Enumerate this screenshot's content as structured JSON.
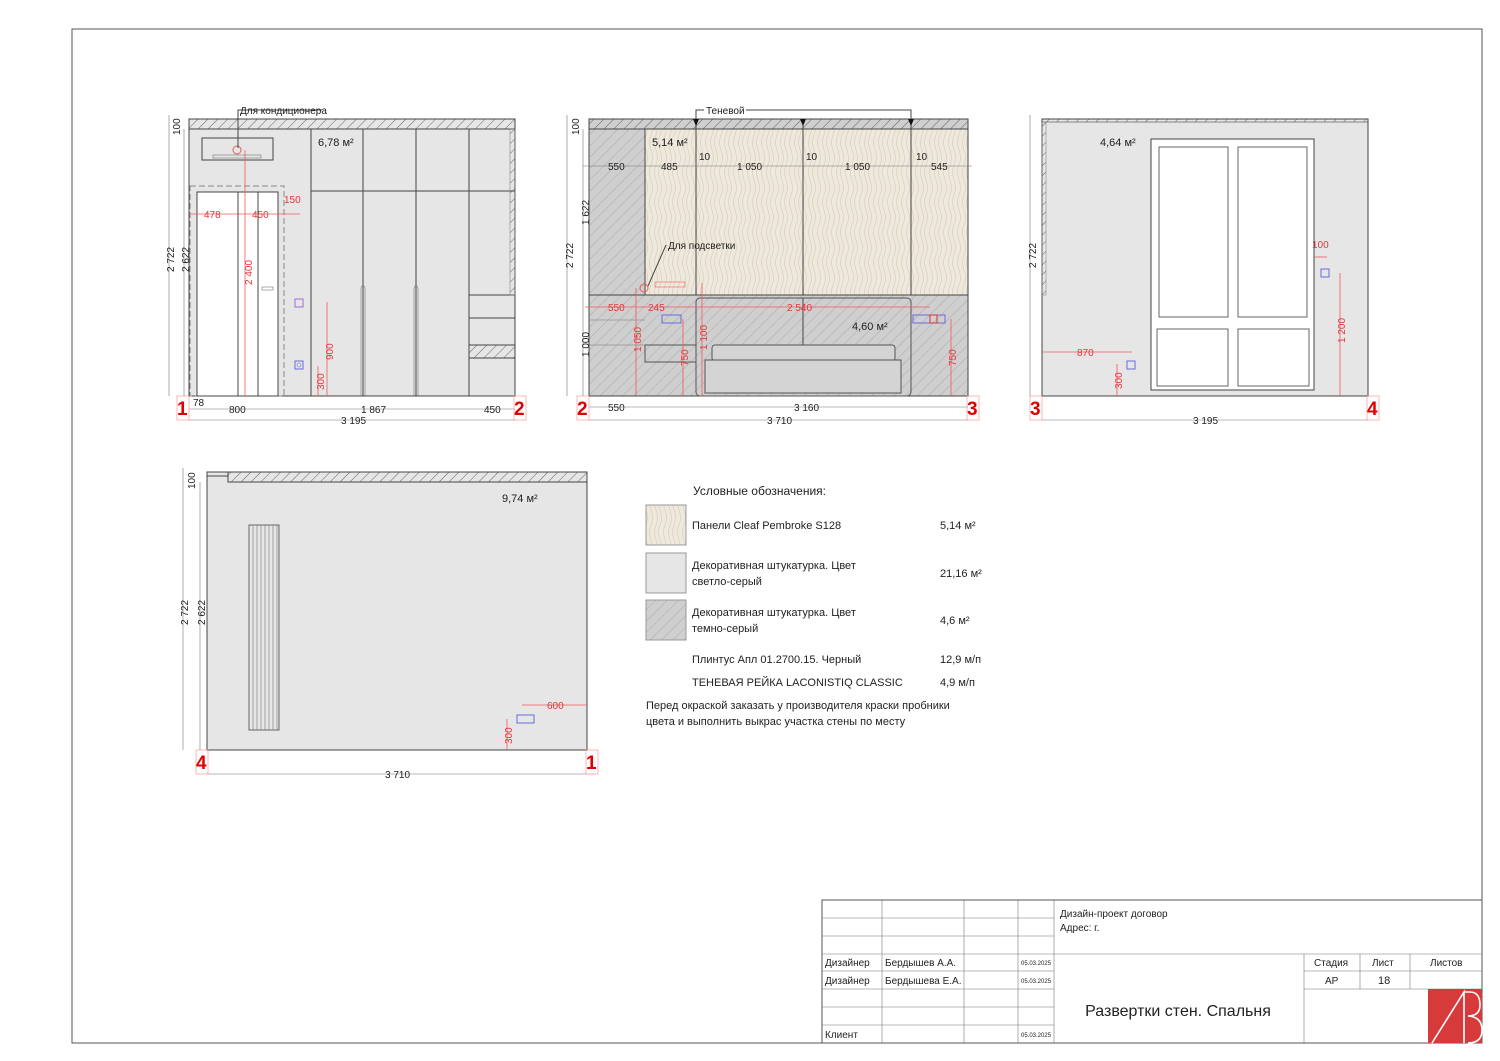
{
  "colors": {
    "wall_light": "#e6e6e6",
    "wall_dark": "#cfcfcf",
    "panel": "#efe9dd",
    "dimension": "#e8353a",
    "marker": "#e00000",
    "socket": "#6a6ae0",
    "logo": "#d63a3a"
  },
  "elevations": [
    {
      "area": "6,78 м²",
      "note": "Для кондиционера",
      "markers": [
        "1",
        "2"
      ],
      "dims": {
        "h_total": "2 722",
        "h_clear": "2 622",
        "h_top": "100",
        "d478": "478",
        "d450": "450",
        "d150": "150",
        "d2400": "2 400",
        "d900": "900",
        "d300": "300",
        "b78": "78",
        "b800": "800",
        "b1867": "1 867",
        "b450": "450",
        "total": "3 195"
      }
    },
    {
      "area_panels": "5,14 м²",
      "area_dark": "4,60 м²",
      "note_shadow": "Теневой",
      "note_light": "Для подсветки",
      "markers": [
        "2",
        "3"
      ],
      "dims": {
        "h_total": "2 722",
        "h_top": "100",
        "h_upper": "1 622",
        "h_lower": "1 000",
        "t550": "550",
        "t485": "485",
        "t10a": "10",
        "t1050a": "1 050",
        "t10b": "10",
        "t1050b": "1 050",
        "t10c": "10",
        "t545": "545",
        "r550": "550",
        "r245": "245",
        "r2540": "2 540",
        "r1050": "1 050",
        "r750a": "750",
        "r1100": "1 100",
        "r750b": "750",
        "b550": "550",
        "b3160": "3 160",
        "total": "3 710"
      }
    },
    {
      "area": "4,64 м²",
      "markers": [
        "3",
        "4"
      ],
      "dims": {
        "h_total": "2 722",
        "r870": "870",
        "r300": "300",
        "r100": "100",
        "r1200": "1 200",
        "total": "3 195"
      }
    },
    {
      "area": "9,74 м²",
      "markers": [
        "4",
        "1"
      ],
      "dims": {
        "h_total": "2 722",
        "h_clear": "2 622",
        "h_top": "100",
        "r600": "600",
        "r300": "300",
        "total": "3 710"
      }
    }
  ],
  "legend": {
    "title": "Условные обозначения:",
    "items": [
      {
        "line1": "Панели Cleaf Pembroke S128",
        "line2": "",
        "value": "5,14 м²",
        "swatch": "panel"
      },
      {
        "line1": "Декоративная штукатурка. Цвет",
        "line2": "светло-серый",
        "value": "21,16 м²",
        "swatch": "light"
      },
      {
        "line1": "Декоративная штукатурка. Цвет",
        "line2": "темно-серый",
        "value": "4,6 м²",
        "swatch": "dark"
      }
    ],
    "extras": [
      {
        "label": "Плинтус Апл 01.2700.15. Черный",
        "value": "12,9 м/п"
      },
      {
        "label": "ТЕНЕВАЯ РЕЙКА LACONISTIQ CLASSIC",
        "value": "4,9 м/п"
      }
    ],
    "note_line1": "Перед окраской заказать у производителя краски пробники",
    "note_line2": "цвета и выполнить выкрас участка стены по месту"
  },
  "title_block": {
    "project": "Дизайн-проект договор",
    "address": "Адрес: г.",
    "rows": [
      {
        "role": "Дизайнер",
        "name": "Бердышев А.А.",
        "date": "05.03.2025"
      },
      {
        "role": "Дизайнер",
        "name": "Бердышева Е.А.",
        "date": "05.03.2025"
      },
      {
        "role": "Клиент",
        "name": "",
        "date": "05.03.2025"
      }
    ],
    "stage_label": "Стадия",
    "sheet_label": "Лист",
    "sheets_label": "Листов",
    "stage": "АР",
    "sheet": "18",
    "sheets": "",
    "sheet_title": "Развертки стен. Спальня",
    "logo": "AB"
  }
}
